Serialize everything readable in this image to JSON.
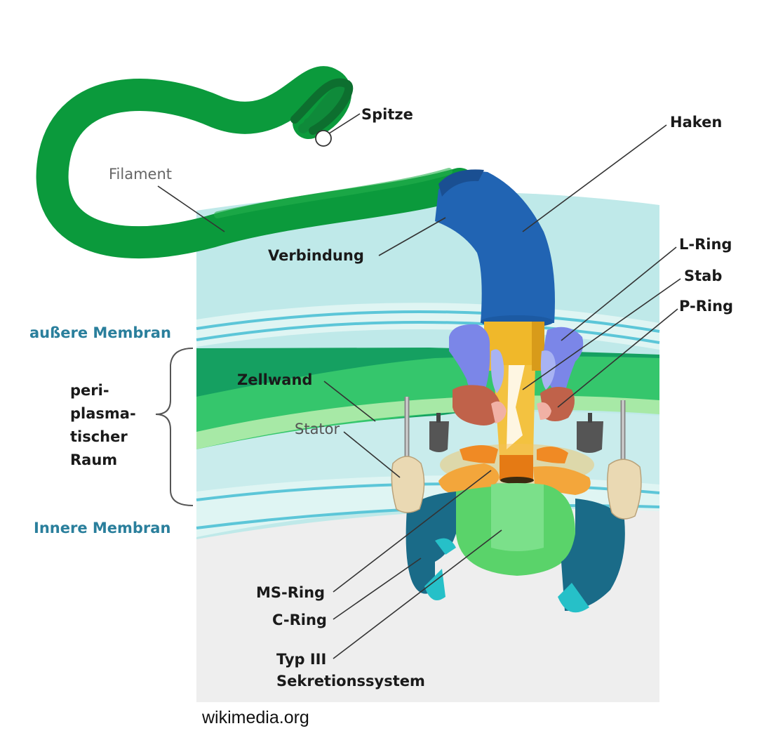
{
  "labels": {
    "spitze": "Spitze",
    "filament": "Filament",
    "haken": "Haken",
    "verbindung": "Verbindung",
    "l_ring": "L-Ring",
    "stab": "Stab",
    "p_ring": "P-Ring",
    "aeussere_membran": "außere Membran",
    "periplasma": [
      "peri-",
      "plasma-",
      "tischer",
      "Raum"
    ],
    "zellwand": "Zellwand",
    "stator": "Stator",
    "innere_membran": "Innere Membran",
    "ms_ring": "MS-Ring",
    "c_ring": "C-Ring",
    "typ3": [
      "Typ III",
      "Sekretionssystem"
    ]
  },
  "source": "wikimedia.org",
  "colors": {
    "filament": "#0b9a3c",
    "hook": "#2164b3",
    "rod": "#f0b82a",
    "l_ring": "#7b86e8",
    "p_ring": "#c0624a",
    "ms_ring": "#f3a63b",
    "c_ring": "#1a6b88",
    "type3": "#5ad36a",
    "stator": "#ead9b3",
    "outer_space": "#bfeaea",
    "cell_wall": "#37c16a",
    "membrane_label": "#2a7f9c"
  }
}
